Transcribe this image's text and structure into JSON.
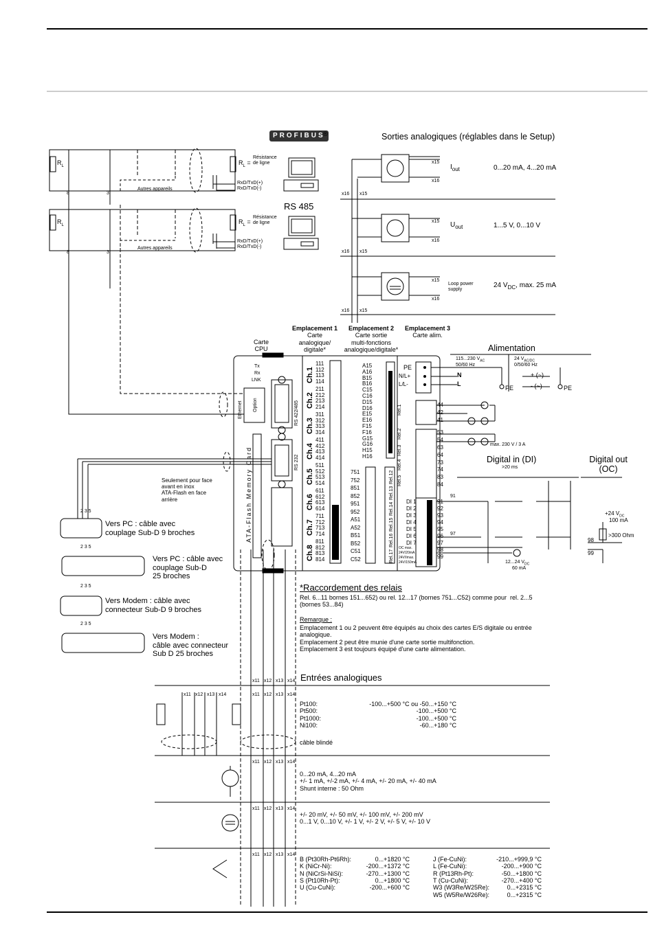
{
  "profibus": {
    "logo_text": "PROFIBUS",
    "registered": "®"
  },
  "bus": {
    "rl": "R",
    "rl_sub": "L",
    "rl_label": "Résistance\nde ligne",
    "terminals": [
      "8",
      "3"
    ],
    "rxd_p": "RxD/TxD(+)",
    "rxd_n": "RxD/TxD(-)",
    "others": "Autres appareils",
    "rs485": "RS 485"
  },
  "outputs": {
    "title": "Sorties analogiques (réglables dans le Setup)",
    "rows": [
      {
        "sym": "I",
        "sub": "out",
        "desc": "0...20 mA, 4...20 mA"
      },
      {
        "sym": "U",
        "sub": "out",
        "desc": "1...5 V, 0...10 V"
      },
      {
        "sym": "Loop power\nsupply",
        "sub": "",
        "desc": "24 V",
        "desc_sub": "DC",
        "desc_tail": ", max. 25 mA"
      }
    ],
    "x15": "x15",
    "x16": "x16"
  },
  "slots": {
    "s1": {
      "title": "Emplacement 1",
      "body": "Carte\nanalogique/\ndigitale*"
    },
    "s2": {
      "title": "Emplacement 2",
      "body": "Carte sortie\nmulti-fonctions\nanalogique/digitale*"
    },
    "s3": {
      "title": "Emplacement 3",
      "body": "Carte alim."
    },
    "cpu": "Carte\nCPU"
  },
  "cpu_card": {
    "tx": "Tx",
    "rx": "Rx",
    "lnk": "LNK",
    "ethernet": "Ethernet",
    "option": "Option",
    "rs422": "RS 422/485",
    "rs232": "RS 232",
    "ata": "ATA-Flash Memory Card"
  },
  "channels": [
    {
      "name": "Ch.1",
      "t": [
        "111",
        "112",
        "113",
        "114"
      ]
    },
    {
      "name": "Ch.2",
      "t": [
        "211",
        "212",
        "213",
        "214"
      ]
    },
    {
      "name": "Ch.3",
      "t": [
        "311",
        "312",
        "313",
        "314"
      ]
    },
    {
      "name": "Ch.4",
      "t": [
        "411",
        "412",
        "413",
        "414"
      ]
    },
    {
      "name": "Ch.5",
      "t": [
        "511",
        "512",
        "513",
        "514"
      ]
    },
    {
      "name": "Ch.6",
      "t": [
        "611",
        "612",
        "613",
        "614"
      ]
    },
    {
      "name": "Ch.7",
      "t": [
        "711",
        "712",
        "713",
        "714"
      ]
    },
    {
      "name": "Ch.8",
      "t": [
        "811",
        "812",
        "813",
        "814"
      ]
    }
  ],
  "slot2_terms": [
    "A15",
    "A16",
    "B15",
    "B16",
    "C15",
    "C16",
    "D15",
    "D16",
    "E15",
    "E16",
    "F15",
    "F16",
    "G15",
    "G16",
    "H15",
    "H16"
  ],
  "slot2_relay_terms": [
    "751",
    "752",
    "851",
    "852",
    "951",
    "952",
    "A51",
    "A52",
    "B51",
    "B52",
    "C51",
    "C52"
  ],
  "slot2_rel_labels": [
    "Rel.12",
    "Rel.13",
    "Rel.14",
    "Rel.15",
    "Rel.16",
    "Rel.17"
  ],
  "power": {
    "title": "Alimentation",
    "ac": "115...230 V",
    "ac_sub": "AC",
    "ac_freq": "50/60 Hz",
    "dc": "24 V",
    "dc_sub": "AC/DC",
    "dc_freq": "0/50/60 Hz",
    "pe": "PE",
    "nl_plus": "N/L+",
    "ll_minus": "L/L-",
    "n": "N",
    "l": "L",
    "plus": "+ (~)",
    "minus": "- (~)"
  },
  "relays": {
    "terms": [
      "44",
      "42",
      "41",
      "53",
      "54",
      "63",
      "64",
      "73",
      "74",
      "83",
      "84"
    ],
    "labels": [
      "Rel.1",
      "Rel.2",
      "Rel.3",
      "Rel.4",
      "Rel.5"
    ],
    "rating": "max. 230 V / 3 A"
  },
  "di": {
    "title": "Digital in (DI)",
    "pulse": ">20 ms",
    "names": [
      "DI 1",
      "DI 2",
      "DI 3",
      "DI 4",
      "DI 5",
      "DI 6",
      "DI 7",
      "OC max.",
      "24V/20mA",
      "24V/Imax.",
      "24V/150mA"
    ],
    "terms": [
      "91",
      "92",
      "93",
      "94",
      "95",
      "96",
      "97",
      "98",
      "99"
    ],
    "supply": "12...24 V",
    "supply_sub": "DC",
    "supply_cur": "60 mA"
  },
  "doc": {
    "title": "Digital out\n(OC)",
    "v": "+24 V",
    "v_sub": "DC",
    "i": "100 mA",
    "r": ">300 Ohm",
    "t98": "98",
    "t99": "99"
  },
  "pc_cables": [
    {
      "label": "Vers PC : câble avec\ncouplage Sub-D 9 broches",
      "pins": "2 3 5"
    },
    {
      "label": "Vers PC : câble avec\ncouplage Sub-D\n25 broches",
      "pins": "2 3 5"
    },
    {
      "label": "Vers Modem : câble avec\nconnecteur Sub-D 9 broches",
      "pins": "2 3 5"
    },
    {
      "label": "Vers Modem :\ncâble avec connecteur\nSub D 25 broches",
      "pins": "2 3 5"
    }
  ],
  "face_note": "Seulement pour face\navant en inox\nATA-Flash en face\narrière",
  "relay_note": {
    "title": "*Raccordement des relais",
    "body": "Rel. 6...11 bornes 151...652) ou rel. 12...17 (bornes 751...C52) comme pour  rel. 2...5\n(bornes 53...84)",
    "remark_title": "Remarque :",
    "remark": "Emplacement 1 ou 2 peuvent être équipés au choix des cartes E/S digitale ou entrée\nanalogique.\nEmplacement 2 peut être munie d'une carte sortie multifonction.\nEmplacement 3 est toujours équipé d'une carte alimentation."
  },
  "inputs": {
    "title": "Entrées analogiques",
    "x": [
      "x11",
      "x12",
      "x13",
      "x14"
    ],
    "rtd": [
      {
        "name": "Pt100:",
        "range": "-100...+500 °C ou -50...+150 °C"
      },
      {
        "name": "Pt500:",
        "range": "-100...+500 °C"
      },
      {
        "name": "Pt1000:",
        "range": "-100...+500 °C"
      },
      {
        "name": "Ni100:",
        "range": "-60...+180 °C"
      }
    ],
    "shield": "câble blindé",
    "current": "0...20 mA, 4...20 mA\n+/- 1 mA, +/-2 mA, +/- 4 mA, +/- 20 mA, +/- 40 mA\nShunt interne : 50 Ohm",
    "voltage": "+/- 20 mV, +/- 50 mV, +/- 100 mV, +/- 200 mV\n0...1 V, 0...10 V, +/- 1 V, +/- 2 V, +/- 5 V, +/- 10 V",
    "tc_left": [
      {
        "name": "B (Pt30Rh-Pt6Rh):",
        "range": "0...+1820 °C"
      },
      {
        "name": "K (NiCr-Ni):",
        "range": "-200...+1372 °C"
      },
      {
        "name": "N (NiCrSi-NiSi):",
        "range": "-270...+1300 °C"
      },
      {
        "name": "S (Pt10Rh-Pt):",
        "range": "0...+1800 °C"
      },
      {
        "name": "U (Cu-CuNi):",
        "range": "-200...+600 °C"
      }
    ],
    "tc_right": [
      {
        "name": "J (Fe-CuNi):",
        "range": "-210...+999,9 °C"
      },
      {
        "name": "L (Fe-CuNi):",
        "range": "-200...+900 °C"
      },
      {
        "name": "R (Pt13Rh-Pt):",
        "range": "-50...+1800 °C"
      },
      {
        "name": "T (Cu-CuNi):",
        "range": "-270...+400 °C"
      },
      {
        "name": "W3 (W3Re/W25Re):",
        "range": "0...+2315 °C"
      },
      {
        "name": "W5 (W5Re/W26Re):",
        "range": "0...+2315 °C"
      }
    ]
  }
}
